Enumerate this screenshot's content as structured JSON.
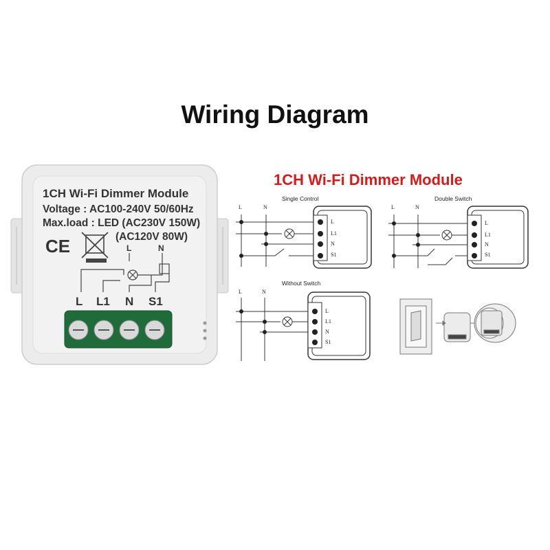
{
  "page": {
    "title": "Wiring Diagram"
  },
  "module": {
    "title": "1CH Wi-Fi Dimmer Module",
    "voltage": "Voltage : AC100-240V 50/60Hz",
    "maxload_line1": "Max.load : LED (AC230V 150W)",
    "maxload_line2": "(AC120V 80W)",
    "ce_mark": "CE",
    "mini_l": "L",
    "mini_n": "N",
    "terminals": [
      "L",
      "L1",
      "N",
      "S1"
    ]
  },
  "diagram": {
    "title": "1CH Wi-Fi Dimmer Module",
    "panels": [
      {
        "caption": "Single Control",
        "line_labels": [
          "L",
          "N"
        ],
        "terminals": [
          "L",
          "L1",
          "N",
          "S1"
        ]
      },
      {
        "caption": "Double Switch",
        "line_labels": [
          "L",
          "N"
        ],
        "terminals": [
          "L",
          "L1",
          "N",
          "S1"
        ]
      },
      {
        "caption": "Without Switch",
        "line_labels": [
          "L",
          "N"
        ],
        "terminals": [
          "L",
          "L1",
          "N",
          "S1"
        ]
      }
    ]
  },
  "colors": {
    "title_red": "#d71a1a",
    "terminal_green": "#1f6b3a",
    "housing": "#e9e9e9"
  }
}
